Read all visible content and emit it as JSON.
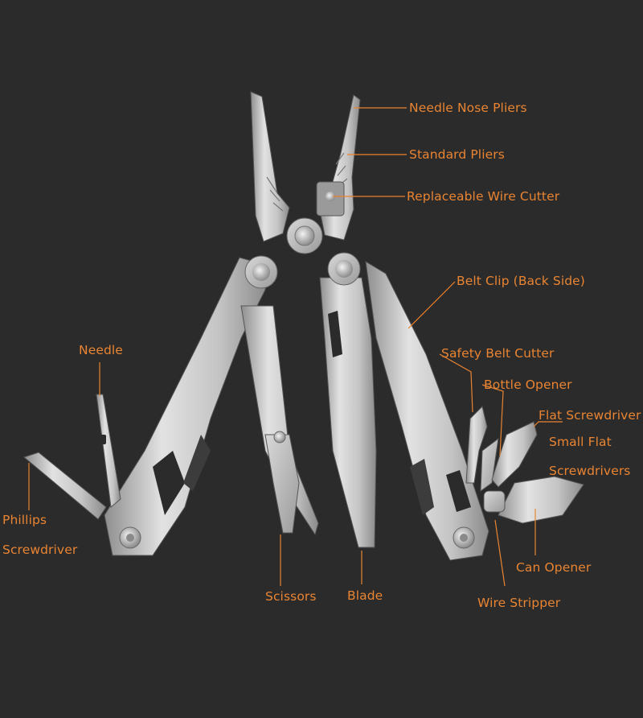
{
  "labels": {
    "needle_nose_pliers": "Needle Nose Pliers",
    "standard_pliers": "Standard Pliers",
    "replaceable_wire_cutter": "Replaceable Wire Cutter",
    "belt_clip": "Belt Clip (Back Side)",
    "safety_belt_cutter": "Safety Belt Cutter",
    "bottle_opener": "Bottle Opener",
    "flat_screwdriver": "Flat Screwdriver",
    "small_flat": "Small Flat",
    "screwdrivers": "Screwdrivers",
    "can_opener": "Can Opener",
    "wire_stripper": "Wire Stripper",
    "blade": "Blade",
    "scissors": "Scissors",
    "needle": "Needle",
    "phillips": "Phillips",
    "screwdriver": "Screwdriver"
  },
  "colors": {
    "background": "#2b2b2b",
    "accent": "#e98432",
    "steel_light": "#d8d8d8",
    "steel_mid": "#a9a9a9",
    "steel_dark": "#6e6e6e"
  }
}
